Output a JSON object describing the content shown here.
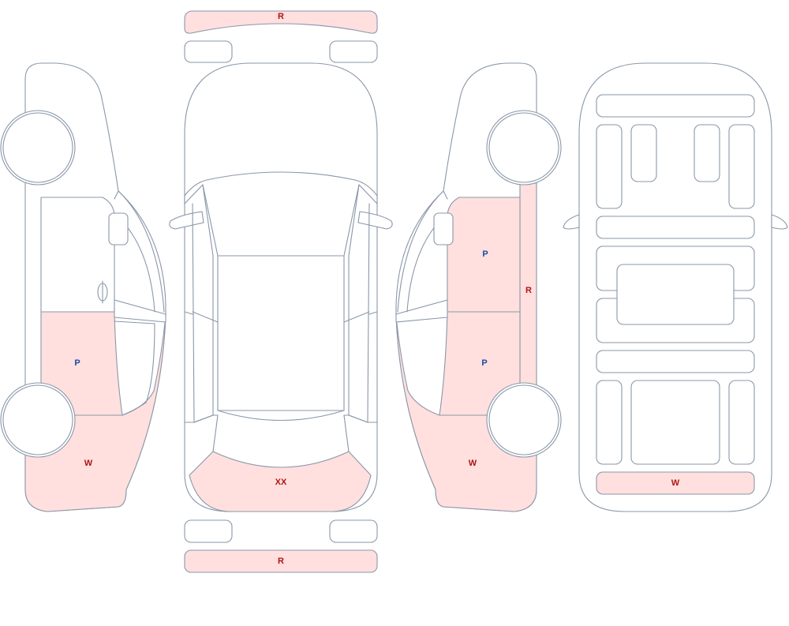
{
  "labels": {
    "front_bumper": "R",
    "rear_bumper": "R",
    "hood": "XX",
    "left_rear_door": "P",
    "left_rear_quarter": "W",
    "right_front_door": "P",
    "right_rear_door": "P",
    "right_rocker": "R",
    "right_rear_quarter": "W",
    "underbody_rear": "W"
  },
  "colors": {
    "damage_fill": "#ffe0de",
    "outline": "#8a97aa",
    "label_red": "#b01313",
    "label_blue": "#1d48a8"
  }
}
